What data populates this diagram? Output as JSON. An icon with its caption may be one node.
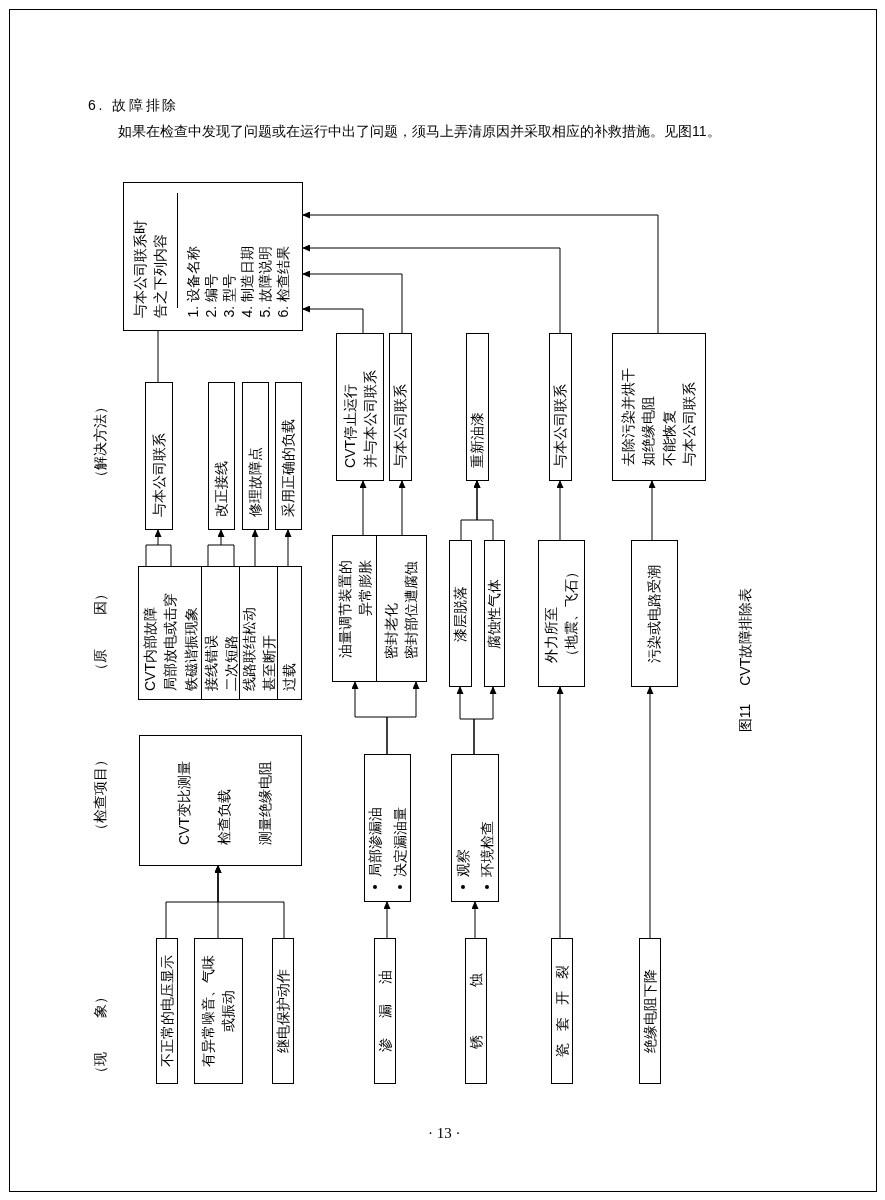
{
  "diagram": {
    "title": "6. 故障排除",
    "caption": "图11 CVT故障排除表",
    "nodes": [
      {
        "text": [
          "与本公司联系时告之下列内容",
          "1. 设备名称",
          "2. 编号",
          "3. 型号",
          "4. 制造日期",
          "5. 故障说明",
          "6. 检查结果"
        ]
      },
      {
        "text": [
          "与本公司联系"
        ]
      },
      {
        "text": [
          "改正接线"
        ]
      },
      {
        "text": [
          "修理故障点"
        ]
      },
      {
        "text": [
          "采用正确的负载"
        ]
      },
      {
        "text": [
          "CVT停止运行并与本公司联系"
        ]
      },
      {
        "text": [
          "与本公司联系"
        ]
      },
      {
        "text": [
          "重新油漆"
        ]
      },
      {
        "text": [
          "与本公司联系"
        ]
      },
      {
        "text": [
          "去除污染并烘干如绝缘电阻不能恢复与本公司联系"
        ]
      },
      {
        "text": [
          "CVT内部故障局部放电或击穿铁磁谐振现象"
        ]
      },
      {
        "text": [
          "接线错误二次短路"
        ]
      },
      {
        "text": [
          "线路联结松动甚至断开"
        ]
      },
      {
        "text": [
          "过载"
        ]
      },
      {
        "text": [
          "油量调节装置的异常膨胀"
        ]
      },
      {
        "text": [
          "密封老化密封部位遭腐蚀"
        ]
      },
      {
        "text": [
          "漆层脱落"
        ]
      },
      {
        "text": [
          "腐蚀性气体"
        ]
      },
      {
        "text": [
          "外力所至（地震、飞石）"
        ]
      },
      {
        "text": [
          "污染或电路受潮"
        ]
      },
      {
        "text": [
          "CVT变比测量",
          "检查负载",
          "测量绝缘电阻"
        ]
      },
      {
        "text": [
          "局部渗漏油",
          "决定漏油量"
        ]
      },
      {
        "text": [
          "观察",
          "环境检查"
        ]
      },
      {
        "text": [
          "不正常的电压显示"
        ]
      },
      {
        "text": [
          "有异常噪音、气味或振动"
        ]
      },
      {
        "text": [
          "继电保护动作"
        ]
      },
      {
        "text": [
          "渗 漏 油"
        ]
      },
      {
        "text": [
          "锈 蚀"
        ]
      },
      {
        "text": [
          "瓷 套 开 裂"
        ]
      },
      {
        "text": [
          "绝缘电阻下降"
        ]
      }
    ],
    "edges": [
      {
        "from": 1,
        "to": 0,
        "arrow": "none"
      },
      {
        "from": 5,
        "to": 0,
        "arrow": "to"
      },
      {
        "from": 6,
        "to": 0,
        "arrow": "to"
      },
      {
        "from": 8,
        "to": 0,
        "arrow": "to"
      },
      {
        "from": 9,
        "to": 0,
        "arrow": "to"
      },
      {
        "from": 10,
        "to": 1,
        "arrow": "to"
      },
      {
        "from": 11,
        "to": 2,
        "arrow": "to"
      },
      {
        "from": 12,
        "to": 3,
        "arrow": "to"
      },
      {
        "from": 13,
        "to": 4,
        "arrow": "to"
      },
      {
        "from": 14,
        "to": 5,
        "arrow": "to"
      },
      {
        "from": 15,
        "to": 6,
        "arrow": "to"
      },
      {
        "from": 16,
        "to": 7,
        "arrow": "to"
      },
      {
        "from": 17,
        "to": 7,
        "arrow": "to"
      },
      {
        "from": 18,
        "to": 8,
        "arrow": "to"
      },
      {
        "from": 19,
        "to": 9,
        "arrow": "to"
      },
      {
        "from": 21,
        "to": 14,
        "arrow": "to"
      },
      {
        "from": 21,
        "to": 15,
        "arrow": "to"
      },
      {
        "from": 22,
        "to": 16,
        "arrow": "to"
      },
      {
        "from": 22,
        "to": 17,
        "arrow": "to"
      },
      {
        "from": 23,
        "to": 20,
        "arrow": "to"
      },
      {
        "from": 24,
        "to": 20,
        "arrow": "to"
      },
      {
        "from": 25,
        "to": 20,
        "arrow": "to"
      },
      {
        "from": 26,
        "to": 21,
        "arrow": "to"
      },
      {
        "from": 27,
        "to": 22,
        "arrow": "to"
      },
      {
        "from": 28,
        "to": 18,
        "arrow": "to"
      },
      {
        "from": 29,
        "to": 19,
        "arrow": "to"
      }
    ],
    "labels": [
      "如果在检查中发现了问题或在运行中出了问题，须马上弄清原因并采取相应的补救措施。见图11。",
      "（解决方法）",
      "（原 因）",
      "（检查项目）",
      "（现 象）",
      "· 13 ·"
    ]
  }
}
